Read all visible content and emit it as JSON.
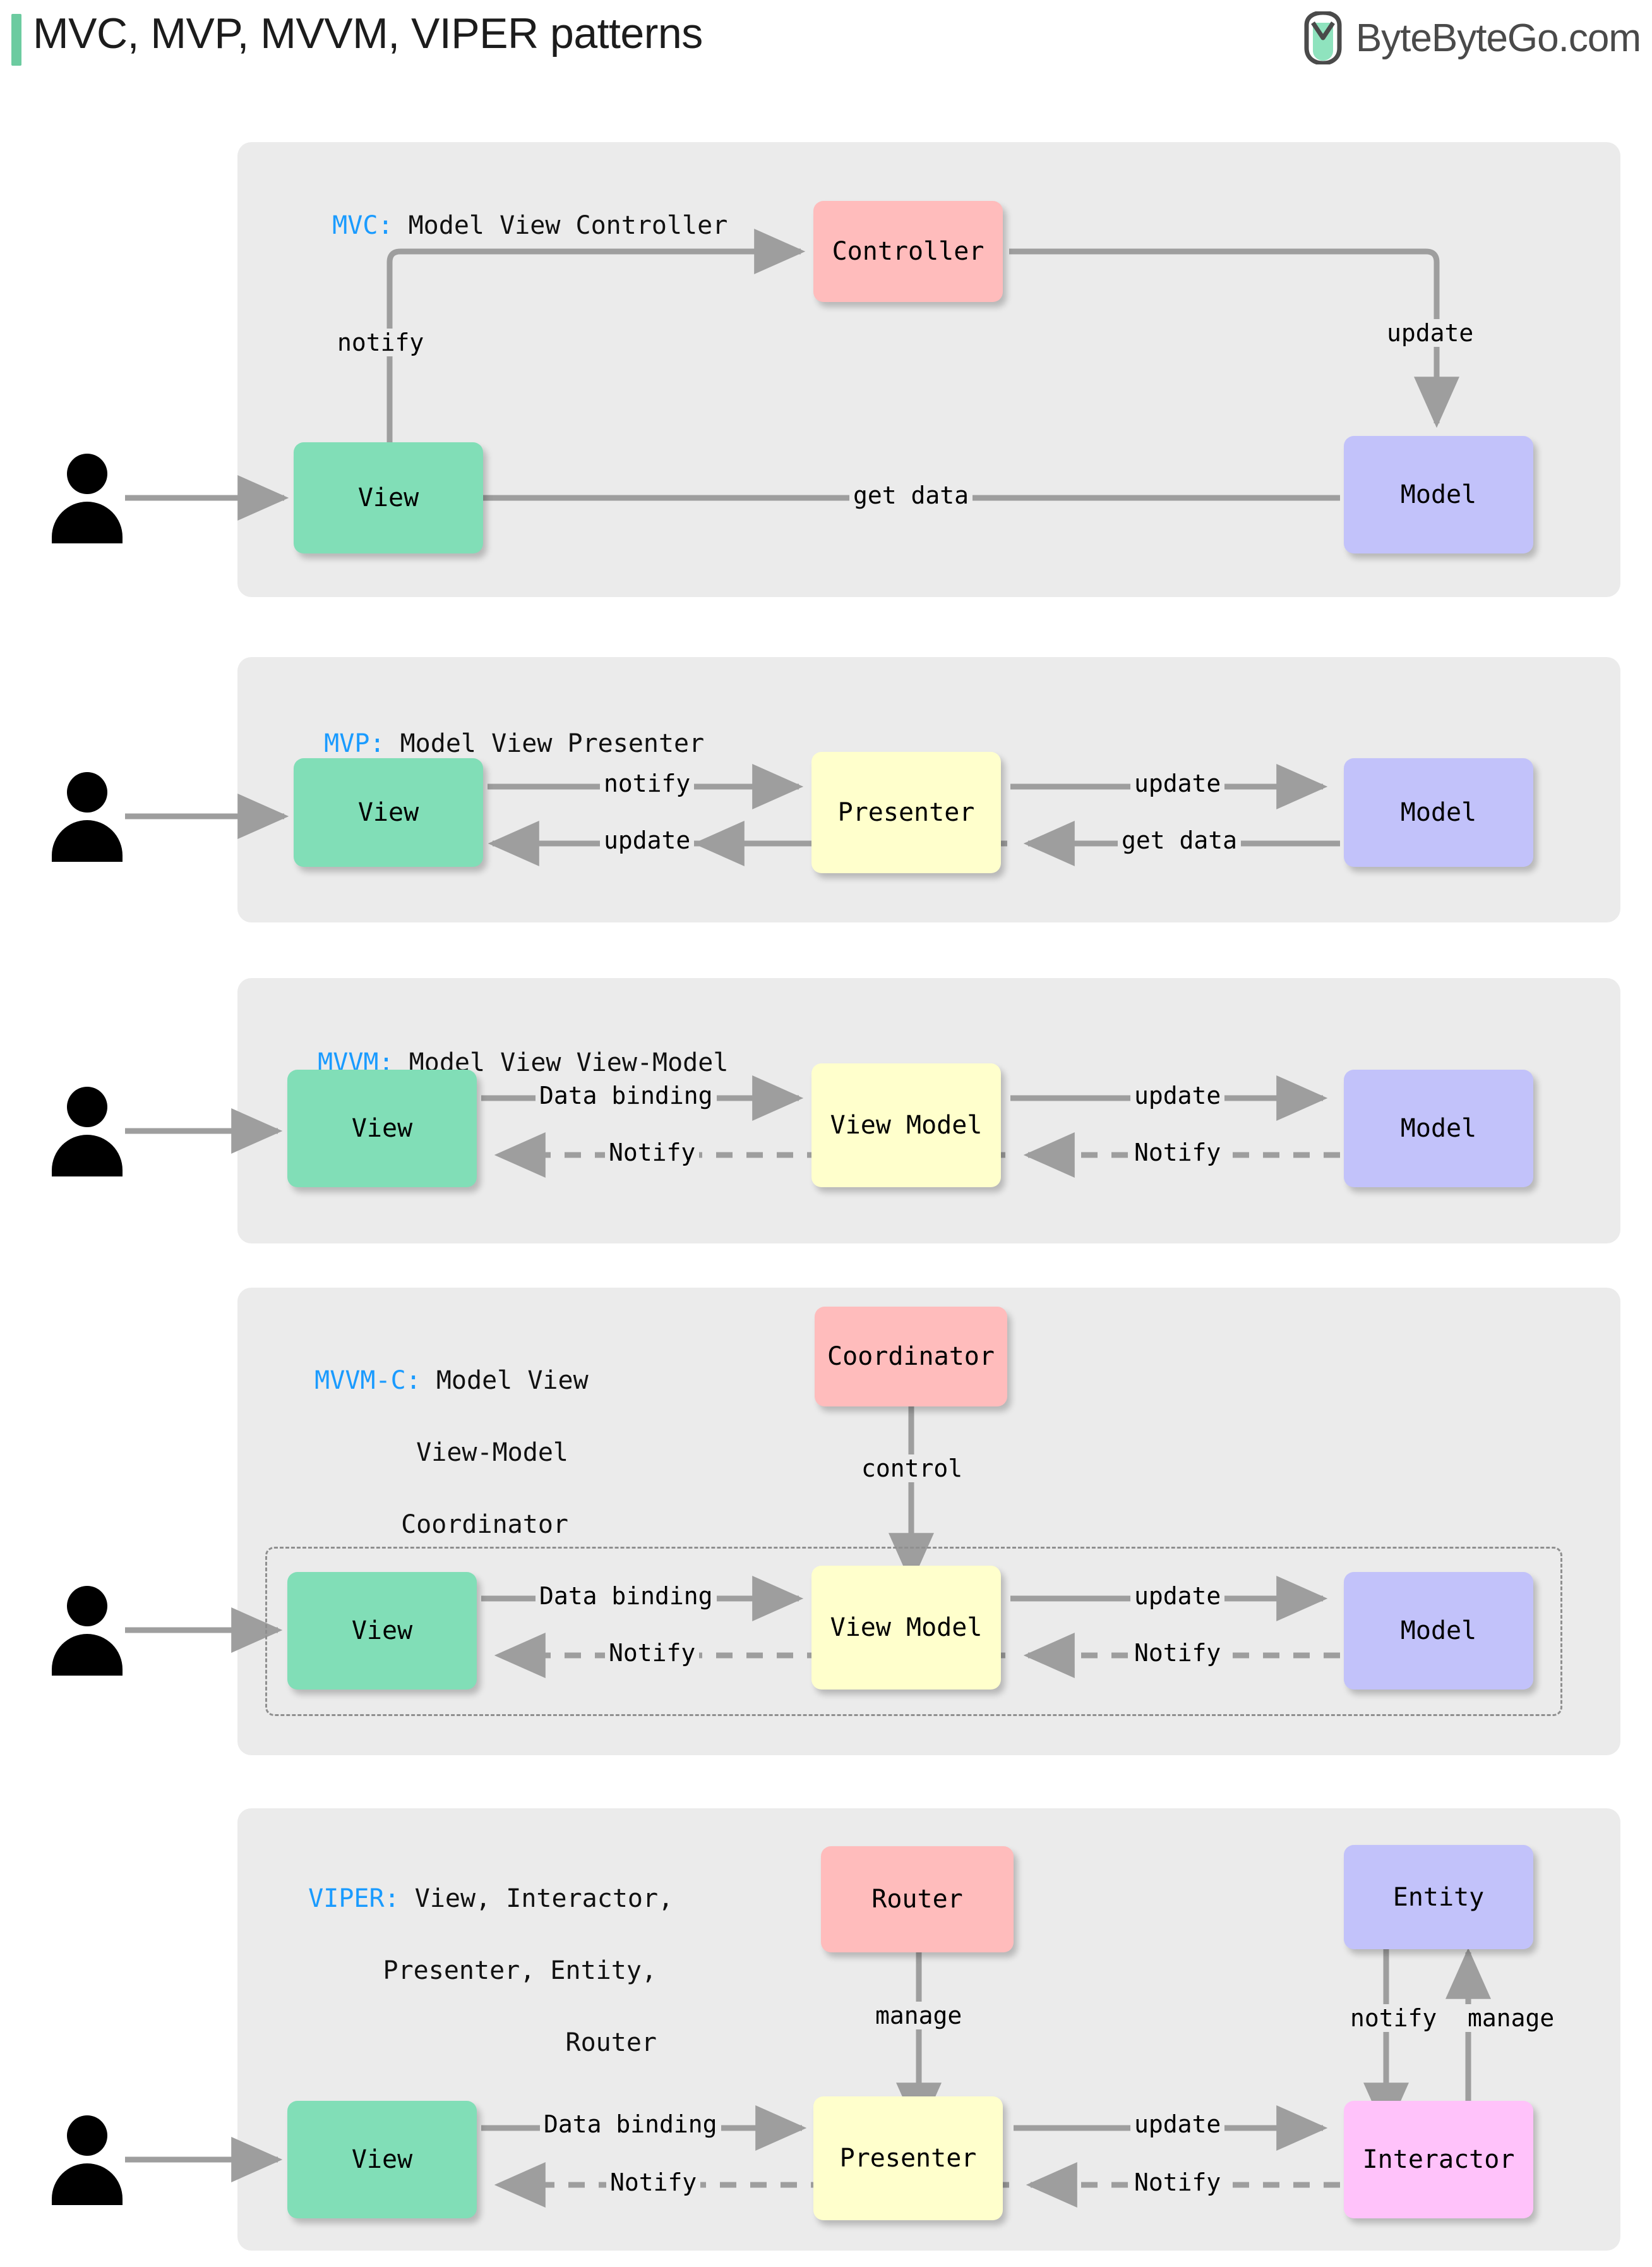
{
  "header": {
    "title": "MVC, MVP, MVVM, VIPER patterns",
    "brand": "ByteByteGo.com",
    "accent_color": "#6CCBA0",
    "logo_icon": "bytebytego-logo-icon"
  },
  "palette": {
    "panel_bg": "#EBEBEB",
    "view": "#81DEB7",
    "model": "#C2C2FA",
    "controller": "#FFBCBC",
    "presenter": "#FFFFCC",
    "interactor": "#FFC2FA",
    "arrow": "#9E9E9E",
    "abbr_blue": "#1A9BFF"
  },
  "sections": [
    {
      "id": "mvc",
      "abbr": "MVC:",
      "expansion": " Model View Controller",
      "nodes": [
        {
          "key": "view",
          "label": "View"
        },
        {
          "key": "controller",
          "label": "Controller"
        },
        {
          "key": "model",
          "label": "Model"
        }
      ],
      "edges": [
        {
          "from": "View",
          "to": "Controller",
          "label": "notify",
          "style": "solid"
        },
        {
          "from": "Controller",
          "to": "Model",
          "label": "update",
          "style": "solid"
        },
        {
          "from": "Model",
          "to": "View",
          "label": "get data",
          "style": "solid"
        },
        {
          "from": "User",
          "to": "View",
          "label": "",
          "style": "solid"
        }
      ]
    },
    {
      "id": "mvp",
      "abbr": "MVP:",
      "expansion": " Model View Presenter",
      "nodes": [
        {
          "key": "view",
          "label": "View"
        },
        {
          "key": "presenter",
          "label": "Presenter"
        },
        {
          "key": "model",
          "label": "Model"
        }
      ],
      "edges": [
        {
          "from": "View",
          "to": "Presenter",
          "label": "notify",
          "style": "solid"
        },
        {
          "from": "Presenter",
          "to": "Model",
          "label": "update",
          "style": "solid"
        },
        {
          "from": "Presenter",
          "to": "View",
          "label": "update",
          "style": "solid"
        },
        {
          "from": "Model",
          "to": "Presenter",
          "label": "get data",
          "style": "solid"
        },
        {
          "from": "User",
          "to": "View",
          "label": "",
          "style": "solid"
        }
      ]
    },
    {
      "id": "mvvm",
      "abbr": "MVVM:",
      "expansion": " Model View View-Model",
      "nodes": [
        {
          "key": "view",
          "label": "View"
        },
        {
          "key": "viewmodel",
          "label": "View Model"
        },
        {
          "key": "model",
          "label": "Model"
        }
      ],
      "edges": [
        {
          "from": "View",
          "to": "View Model",
          "label": "Data binding",
          "style": "solid"
        },
        {
          "from": "View Model",
          "to": "Model",
          "label": "update",
          "style": "solid"
        },
        {
          "from": "View Model",
          "to": "View",
          "label": "Notify",
          "style": "dashed"
        },
        {
          "from": "Model",
          "to": "View Model",
          "label": "Notify",
          "style": "dashed"
        },
        {
          "from": "User",
          "to": "View",
          "label": "",
          "style": "solid"
        }
      ]
    },
    {
      "id": "mvvmc",
      "abbr": "MVVM-C:",
      "expansion": " Model View",
      "expansion_line2": "View-Model",
      "expansion_line3": "Coordinator",
      "nodes": [
        {
          "key": "coordinator",
          "label": "Coordinator"
        },
        {
          "key": "view",
          "label": "View"
        },
        {
          "key": "viewmodel",
          "label": "View Model"
        },
        {
          "key": "model",
          "label": "Model"
        }
      ],
      "edges": [
        {
          "from": "Coordinator",
          "to": "group",
          "label": "control",
          "style": "solid"
        },
        {
          "from": "View",
          "to": "View Model",
          "label": "Data binding",
          "style": "solid"
        },
        {
          "from": "View Model",
          "to": "Model",
          "label": "update",
          "style": "solid"
        },
        {
          "from": "View Model",
          "to": "View",
          "label": "Notify",
          "style": "dashed"
        },
        {
          "from": "Model",
          "to": "View Model",
          "label": "Notify",
          "style": "dashed"
        },
        {
          "from": "User",
          "to": "View",
          "label": "",
          "style": "solid"
        }
      ]
    },
    {
      "id": "viper",
      "abbr": "VIPER:",
      "expansion": " View, Interactor,",
      "expansion_line2": "Presenter, Entity,",
      "expansion_line3": "Router",
      "nodes": [
        {
          "key": "router",
          "label": "Router"
        },
        {
          "key": "entity",
          "label": "Entity"
        },
        {
          "key": "view",
          "label": "View"
        },
        {
          "key": "presenter",
          "label": "Presenter"
        },
        {
          "key": "interactor",
          "label": "Interactor"
        }
      ],
      "edges": [
        {
          "from": "Router",
          "to": "Presenter",
          "label": "manage",
          "style": "solid"
        },
        {
          "from": "Entity",
          "to": "Interactor",
          "label": "notify",
          "style": "solid"
        },
        {
          "from": "Interactor",
          "to": "Entity",
          "label": "manage",
          "style": "solid"
        },
        {
          "from": "View",
          "to": "Presenter",
          "label": "Data binding",
          "style": "solid"
        },
        {
          "from": "Presenter",
          "to": "Interactor",
          "label": "update",
          "style": "solid"
        },
        {
          "from": "Presenter",
          "to": "View",
          "label": "Notify",
          "style": "dashed"
        },
        {
          "from": "Interactor",
          "to": "Presenter",
          "label": "Notify",
          "style": "dashed"
        },
        {
          "from": "User",
          "to": "View",
          "label": "",
          "style": "solid"
        }
      ]
    }
  ],
  "labels": {
    "notify": "notify",
    "update": "update",
    "get_data": "get data",
    "data_binding": "Data binding",
    "notify_cap": "Notify",
    "control": "control",
    "manage": "manage",
    "view": "View",
    "model": "Model",
    "controller": "Controller",
    "presenter": "Presenter",
    "view_model": "View Model",
    "coordinator": "Coordinator",
    "router": "Router",
    "entity": "Entity",
    "interactor": "Interactor"
  }
}
